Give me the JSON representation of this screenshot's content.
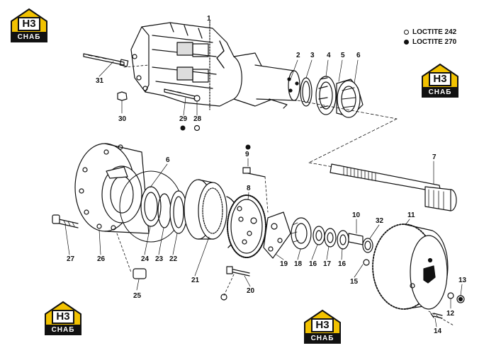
{
  "legend": {
    "open": {
      "code": "LOCTITE  242",
      "marker": "open-circle"
    },
    "filled": {
      "code": "LOCTITE  270",
      "marker": "filled-circle"
    }
  },
  "brand": {
    "mark": "H3",
    "word": "СНАБ",
    "colors": {
      "roof": "#f2c200",
      "ink": "#111111"
    }
  },
  "callouts": {
    "c1": "1",
    "c2": "2",
    "c3": "3",
    "c4": "4",
    "c5": "5",
    "c6": "6",
    "c7": "7",
    "c8": "8",
    "c9": "9",
    "c10": "10",
    "c11": "11",
    "c12": "12",
    "c13": "13",
    "c14": "14",
    "c15": "15",
    "c16a": "16",
    "c16b": "16",
    "c17": "17",
    "c18": "18",
    "c19": "19",
    "c20": "20",
    "c21": "21",
    "c22": "22",
    "c23": "23",
    "c24": "24",
    "c25": "25",
    "c26": "26",
    "c27": "27",
    "c28": "28",
    "c29": "29",
    "c30": "30",
    "c31": "31",
    "c32": "32",
    "c6b": "6"
  }
}
